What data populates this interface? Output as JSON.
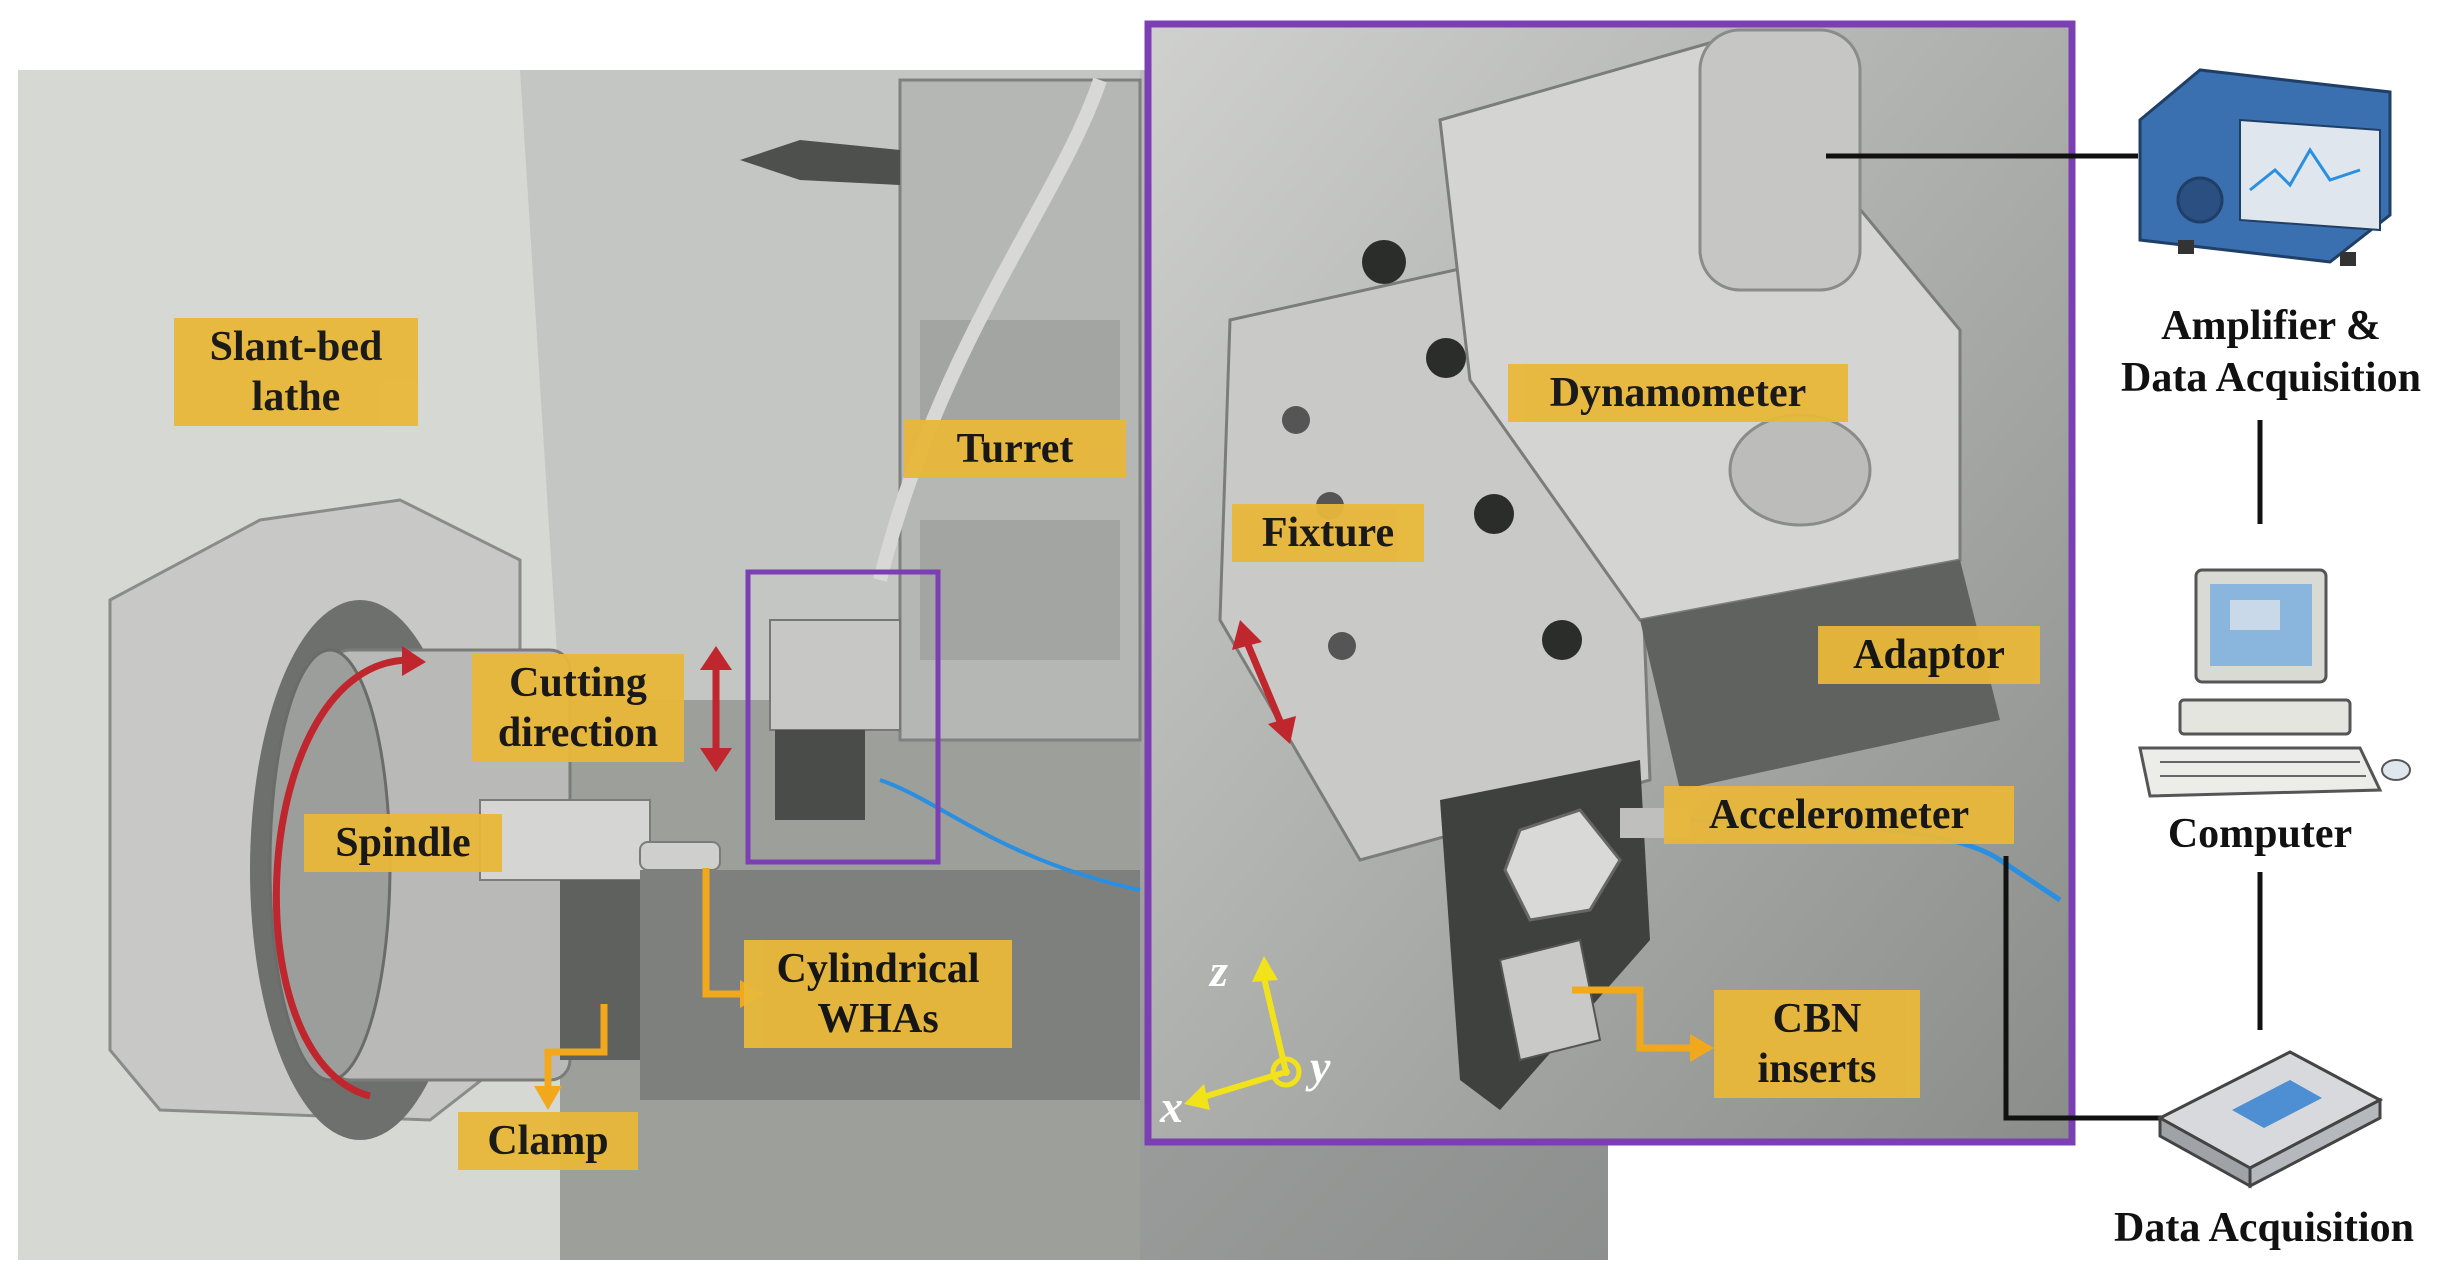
{
  "labels": {
    "slant_bed_lathe": "Slant-bed\nlathe",
    "turret": "Turret",
    "cutting_direction": "Cutting\ndirection",
    "spindle": "Spindle",
    "cylindrical_whas": "Cylindrical\nWHAs",
    "clamp": "Clamp",
    "fixture": "Fixture",
    "dynamometer": "Dynamometer",
    "adaptor": "Adaptor",
    "accelerometer": "Accelerometer",
    "cbn_inserts": "CBN\ninserts"
  },
  "axes": {
    "z": "z",
    "x": "x",
    "y": "y"
  },
  "equipment": {
    "amplifier": "Amplifier &\nData Acquisition",
    "computer": "Computer",
    "data_acquisition": "Data Acquisition"
  },
  "colors": {
    "label_bg": "#e9b83a",
    "inset_frame": "#7b3fb3",
    "arrow_orange": "#f2a81d",
    "arrow_red": "#c0262d",
    "axis_yellow": "#f2e21a",
    "cable_blue": "#2a8fe0"
  }
}
